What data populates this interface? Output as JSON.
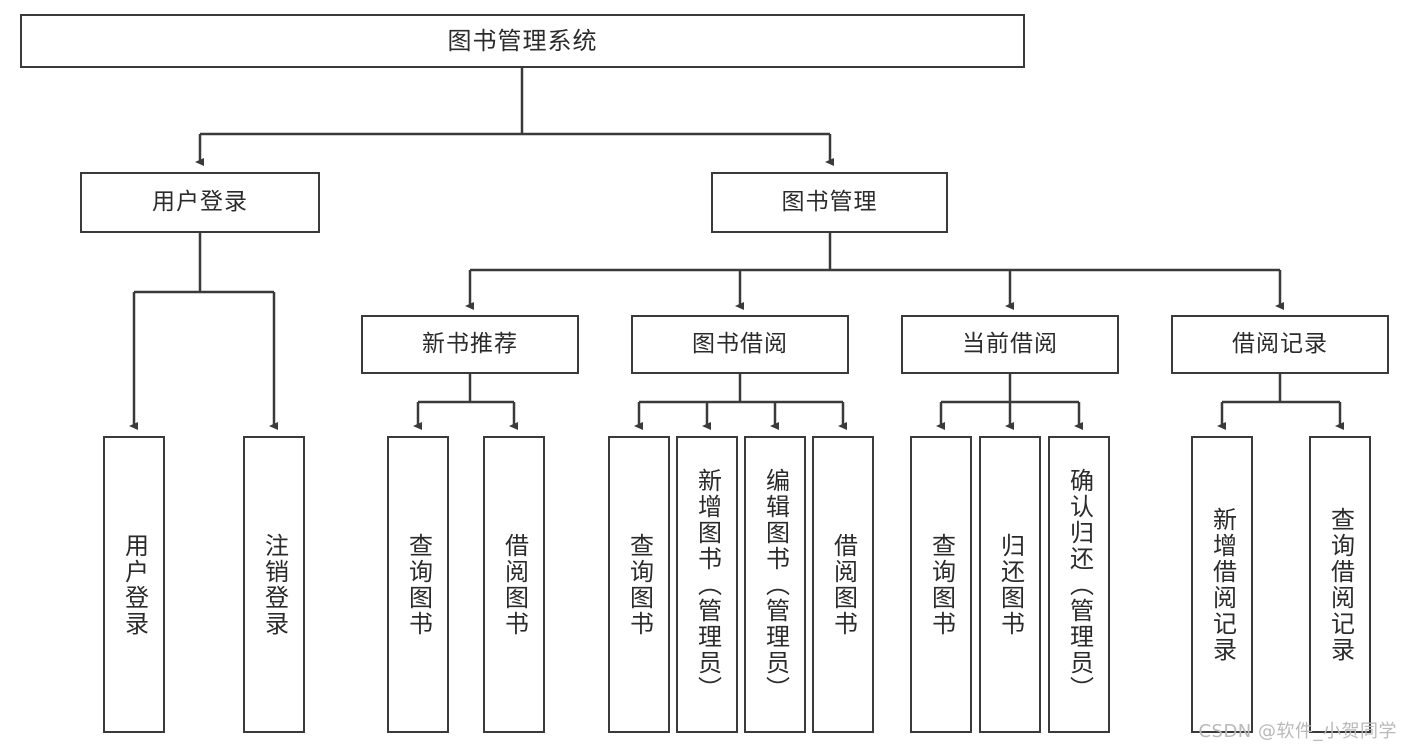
{
  "diagram": {
    "type": "tree-hierarchy",
    "title": "图书管理系统",
    "watermark": "CSDN @软件_小贺同学",
    "colors": {
      "stroke": "#3a3a3a",
      "fill": "#ffffff",
      "text": "#2b2b2b",
      "watermark": "#b9b9b9"
    },
    "root": {
      "id": "root",
      "label": "图书管理系统"
    },
    "level2": [
      {
        "id": "user-login",
        "label": "用户登录"
      },
      {
        "id": "book-manage",
        "label": "图书管理"
      }
    ],
    "level3": [
      {
        "id": "new-book-recommend",
        "label": "新书推荐"
      },
      {
        "id": "book-borrow",
        "label": "图书借阅"
      },
      {
        "id": "current-borrow",
        "label": "当前借阅"
      },
      {
        "id": "borrow-record",
        "label": "借阅记录"
      }
    ],
    "leaves": {
      "user-login": [
        {
          "id": "leaf-user-login",
          "label": "用户登录"
        },
        {
          "id": "leaf-logout-login",
          "label": "注销登录"
        }
      ],
      "new-book-recommend": [
        {
          "id": "leaf-query-book-1",
          "label": "查询图书"
        },
        {
          "id": "leaf-borrow-book-1",
          "label": "借阅图书"
        }
      ],
      "book-borrow": [
        {
          "id": "leaf-query-book-2",
          "label": "查询图书"
        },
        {
          "id": "leaf-add-book",
          "label": "新增图书（管理员）"
        },
        {
          "id": "leaf-edit-book",
          "label": "编辑图书（管理员）"
        },
        {
          "id": "leaf-borrow-book-2",
          "label": "借阅图书"
        }
      ],
      "current-borrow": [
        {
          "id": "leaf-query-book-3",
          "label": "查询图书"
        },
        {
          "id": "leaf-return-book",
          "label": "归还图书"
        },
        {
          "id": "leaf-confirm-return",
          "label": "确认归还（管理员）"
        }
      ],
      "borrow-record": [
        {
          "id": "leaf-add-record",
          "label": "新增借阅记录"
        },
        {
          "id": "leaf-query-record",
          "label": "查询借阅记录"
        }
      ]
    }
  }
}
